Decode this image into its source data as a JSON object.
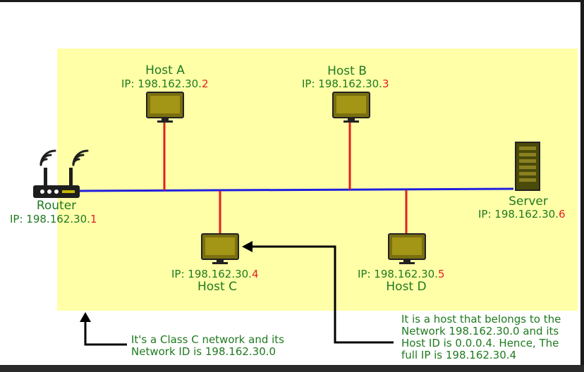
{
  "nodes": {
    "router": {
      "name": "Router",
      "ip_prefix": "IP: 198.162.30.",
      "ip_host": "1"
    },
    "host_a": {
      "name": "Host A",
      "ip_prefix": "IP: 198.162.30.",
      "ip_host": "2"
    },
    "host_b": {
      "name": "Host B",
      "ip_prefix": "IP: 198.162.30.",
      "ip_host": "3"
    },
    "host_c": {
      "name": "Host C",
      "ip_prefix": "IP: 198.162.30.",
      "ip_host": "4"
    },
    "host_d": {
      "name": "Host D",
      "ip_prefix": "IP: 198.162.30.",
      "ip_host": "5"
    },
    "server": {
      "name": "Server",
      "ip_prefix": "IP: 198.162.30.",
      "ip_host": "6"
    }
  },
  "notes": {
    "network": {
      "line1": "It's a Class C network and its",
      "line2": "Network ID is 198.162.30.0"
    },
    "host": {
      "line1": "It is a host that belongs to the",
      "line2": "Network 198.162.30.0 and its",
      "line3": "Host ID is 0.0.0.4. Hence, The",
      "line4": "full IP is 198.162.30.4"
    }
  },
  "colors": {
    "network_area": "#ffffa8",
    "bus_line": "#2020e0",
    "drop_line": "#e02020",
    "label_text": "#1f7a1f",
    "host_octet": "#e02020",
    "monitor": "#7a6f10"
  }
}
